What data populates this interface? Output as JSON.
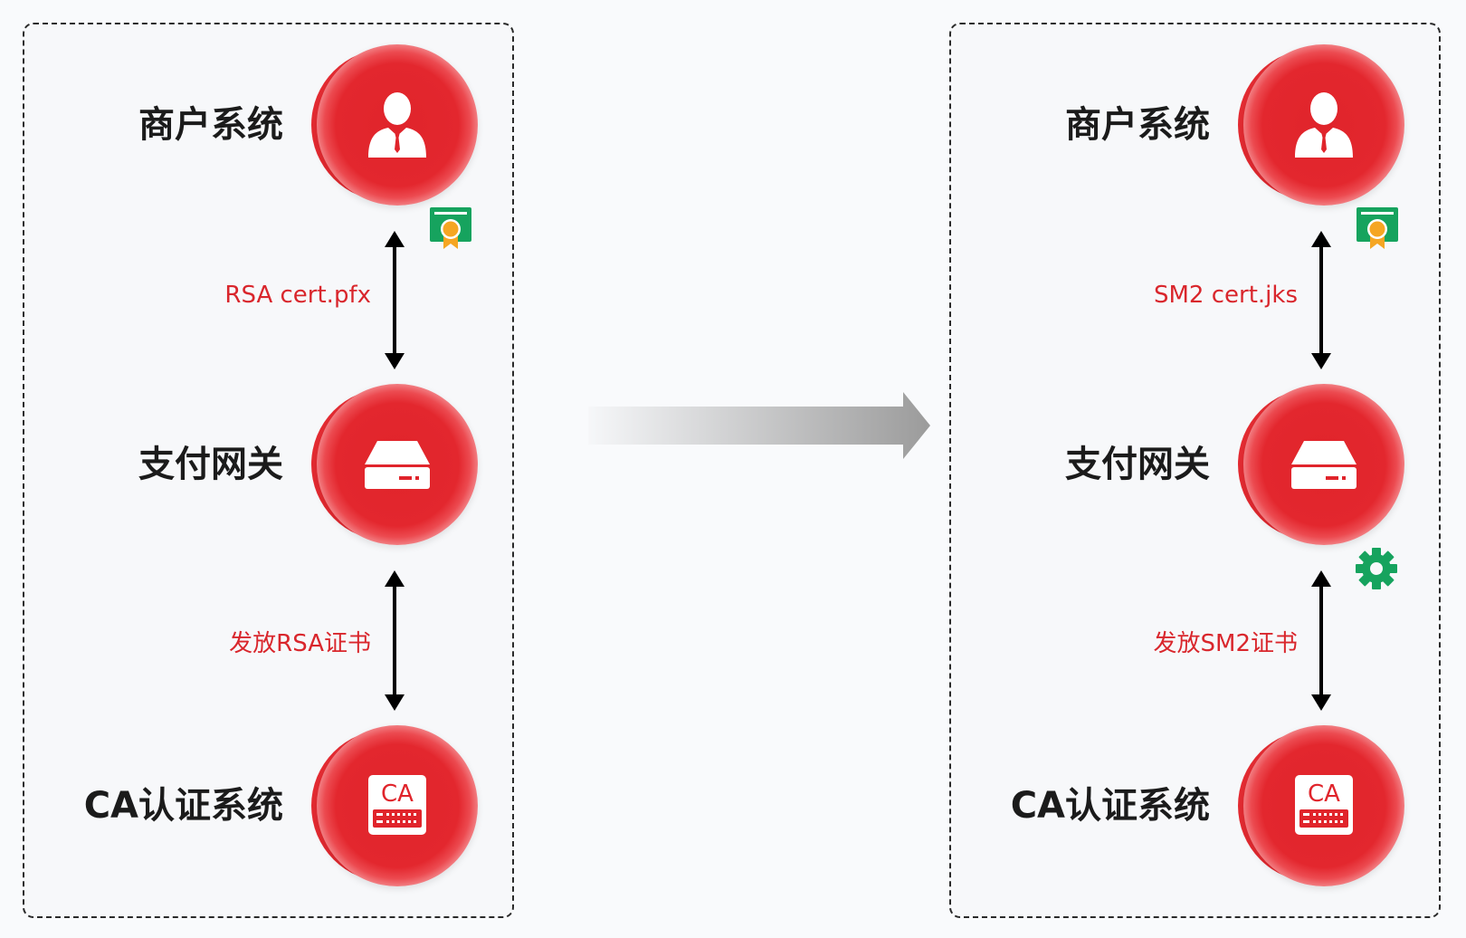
{
  "left_panel": {
    "nodes": {
      "merchant": {
        "label": "商户系统",
        "icon": "user-icon"
      },
      "gateway": {
        "label": "支付网关",
        "icon": "server-icon"
      },
      "ca": {
        "label": "CA认证系统",
        "icon": "ca-server-icon",
        "icon_text": "CA"
      }
    },
    "links": {
      "merchant_gateway": "RSA cert.pfx",
      "gateway_ca": "发放RSA证书"
    },
    "badges": {
      "merchant": "certificate-icon"
    }
  },
  "right_panel": {
    "nodes": {
      "merchant": {
        "label": "商户系统",
        "icon": "user-icon"
      },
      "gateway": {
        "label": "支付网关",
        "icon": "server-icon"
      },
      "ca": {
        "label": "CA认证系统",
        "icon": "ca-server-icon",
        "icon_text": "CA"
      }
    },
    "links": {
      "merchant_gateway": "SM2 cert.jks",
      "gateway_ca": "发放SM2证书"
    },
    "badges": {
      "merchant": "certificate-icon",
      "gateway": "gear-icon"
    }
  },
  "transition": {
    "icon": "right-arrow-icon"
  },
  "colors": {
    "node_red": "#e0242b",
    "badge_green": "#16a35e",
    "badge_orange": "#f5a623",
    "link_text": "#d9262c",
    "label_text": "#1b1b1b",
    "panel_border": "#2a2a2a"
  }
}
